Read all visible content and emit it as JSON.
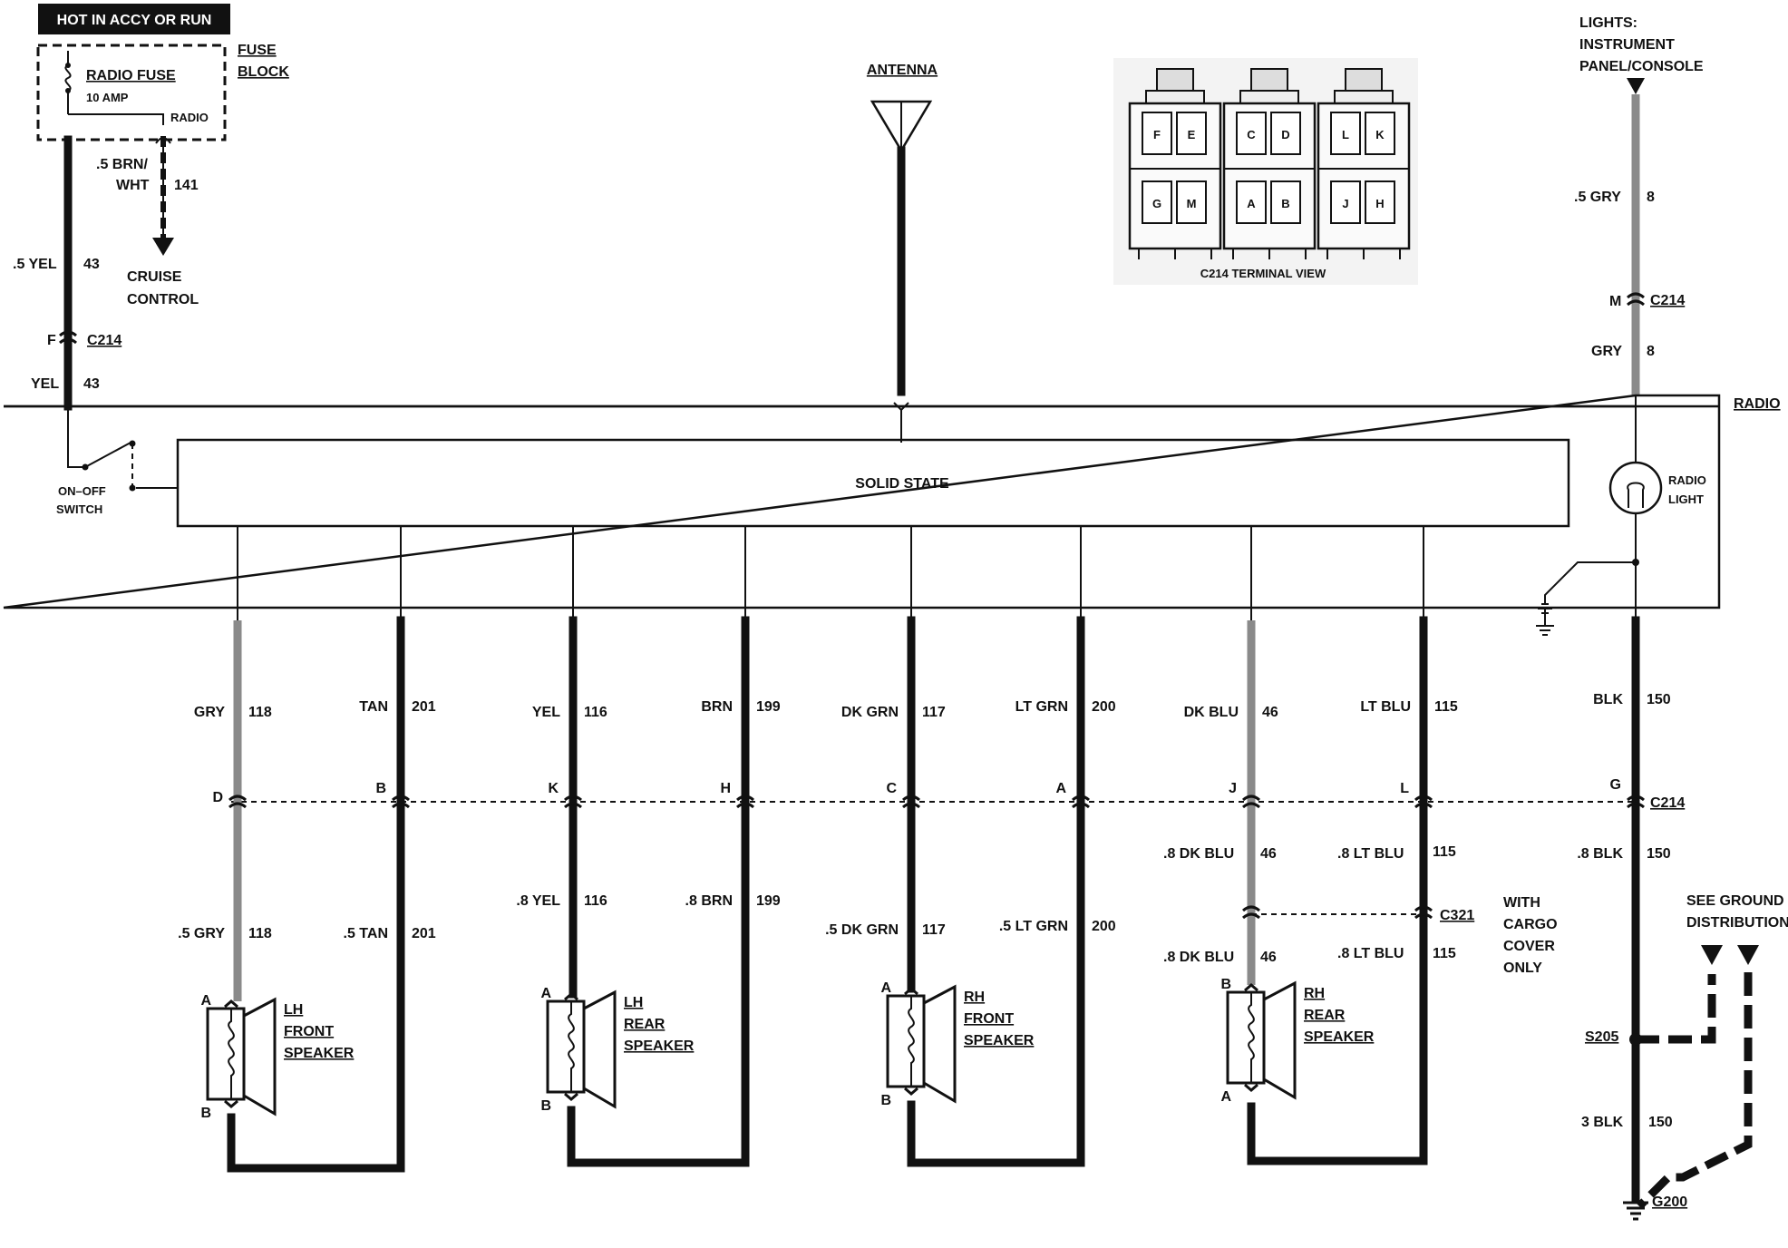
{
  "power": {
    "header": "HOT IN ACCY OR RUN",
    "fuse_name": "RADIO FUSE",
    "fuse_rating": "10 AMP",
    "fuse_block_1": "FUSE",
    "fuse_block_2": "BLOCK",
    "radio_tap": "RADIO"
  },
  "cruise": {
    "gauge_1": ".5 BRN/",
    "gauge_2": "WHT",
    "circuit": "141",
    "dest_1": "CRUISE",
    "dest_2": "CONTROL"
  },
  "feed": {
    "top_color": ".5 YEL",
    "top_circuit": "43",
    "conn_pin": "F",
    "conn_name": "C214",
    "bot_color": "YEL",
    "bot_circuit": "43"
  },
  "antenna": {
    "label": "ANTENNA"
  },
  "terminal_view": {
    "title": "C214 TERMINAL VIEW",
    "pins": [
      "F",
      "E",
      "C",
      "D",
      "L",
      "K",
      "G",
      "M",
      "A",
      "B",
      "J",
      "H"
    ]
  },
  "lights": {
    "line1": "LIGHTS:",
    "line2": "INSTRUMENT",
    "line3": "PANEL/CONSOLE",
    "top_color": ".5 GRY",
    "top_circuit": "8",
    "conn_pin": "M",
    "conn_name": "C214",
    "bot_color": "GRY",
    "bot_circuit": "8"
  },
  "radio": {
    "label": "RADIO",
    "solid_state": "SOLID STATE",
    "switch_1": "ON–OFF",
    "switch_2": "SWITCH",
    "light_1": "RADIO",
    "light_2": "LIGHT"
  },
  "wires": [
    {
      "color": "GRY",
      "circuit": "118",
      "pin": "D",
      "low_color": ".5 GRY",
      "low_circuit": "118"
    },
    {
      "color": "TAN",
      "circuit": "201",
      "pin": "B",
      "low_color": ".5 TAN",
      "low_circuit": "201"
    },
    {
      "color": "YEL",
      "circuit": "116",
      "pin": "K",
      "low_color": ".8 YEL",
      "low_circuit": "116"
    },
    {
      "color": "BRN",
      "circuit": "199",
      "pin": "H",
      "low_color": ".8 BRN",
      "low_circuit": "199"
    },
    {
      "color": "DK GRN",
      "circuit": "117",
      "pin": "C",
      "low_color": ".5 DK GRN",
      "low_circuit": "117"
    },
    {
      "color": "LT GRN",
      "circuit": "200",
      "pin": "A",
      "low_color": ".5 LT GRN",
      "low_circuit": "200"
    },
    {
      "color": "DK BLU",
      "circuit": "46",
      "pin": "J",
      "low_color": ".8 DK BLU",
      "low_circuit": "46"
    },
    {
      "color": "LT BLU",
      "circuit": "115",
      "pin": "L",
      "low_color": ".8 LT BLU",
      "low_circuit": "115"
    },
    {
      "color": "BLK",
      "circuit": "150",
      "pin": "G",
      "low_color": ".8 BLK",
      "low_circuit": "150"
    }
  ],
  "c214_label": "C214",
  "c321": {
    "label": "C321",
    "dk_color": ".8 DK BLU",
    "dk_circuit": "46",
    "lt_color": ".8 LT BLU",
    "lt_circuit": "115",
    "note_1": "WITH",
    "note_2": "CARGO",
    "note_3": "COVER",
    "note_4": "ONLY"
  },
  "speakers": [
    {
      "line1": "LH",
      "line2": "FRONT",
      "line3": "SPEAKER",
      "top_pin": "A",
      "bot_pin": "B"
    },
    {
      "line1": "LH",
      "line2": "REAR",
      "line3": "SPEAKER",
      "top_pin": "A",
      "bot_pin": "B"
    },
    {
      "line1": "RH",
      "line2": "FRONT",
      "line3": "SPEAKER",
      "top_pin": "A",
      "bot_pin": "B"
    },
    {
      "line1": "RH",
      "line2": "REAR",
      "line3": "SPEAKER",
      "top_pin": "B",
      "bot_pin": "A"
    }
  ],
  "ground": {
    "see_1": "SEE GROUND",
    "see_2": "DISTRIBUTION",
    "splice": "S205",
    "wire_color": "3 BLK",
    "wire_circuit": "150",
    "ground_point": "G200"
  }
}
